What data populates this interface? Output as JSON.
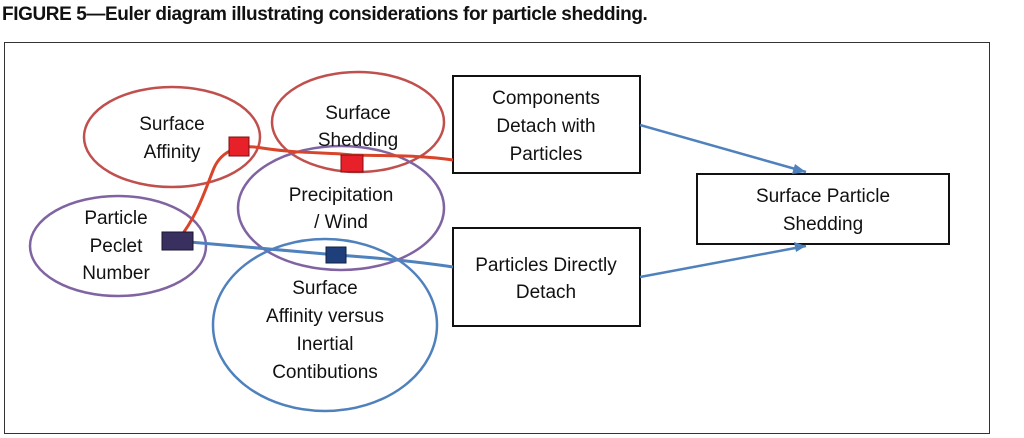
{
  "caption": "FIGURE 5—Euler diagram illustrating considerations for particle shedding.",
  "colors": {
    "red_ellipse": "#c0504d",
    "purple_ellipse": "#8064a2",
    "blue_ellipse": "#4f81bd",
    "red_path": "#d9452b",
    "blue_path": "#4f81bd",
    "red_square": "#e8202a",
    "dark_square": "#3a3060",
    "blue_square": "#1f3f7a"
  },
  "ellipses": {
    "surface_affinity": [
      "Surface",
      "Affinity"
    ],
    "surface_shedding": [
      "Surface",
      "Shedding"
    ],
    "precipitation_wind": [
      "Precipitation",
      "/ Wind"
    ],
    "particle_peclet": [
      "Particle",
      "Peclet",
      "Number"
    ],
    "affinity_vs_inertial": [
      "Surface",
      "Affinity versus",
      "Inertial",
      "Contibutions"
    ]
  },
  "boxes": {
    "components_detach": [
      "Components",
      "Detach with",
      "Particles"
    ],
    "particles_directly": [
      "Particles Directly",
      "Detach"
    ],
    "surface_particle_shedding": [
      "Surface Particle",
      "Shedding"
    ]
  }
}
